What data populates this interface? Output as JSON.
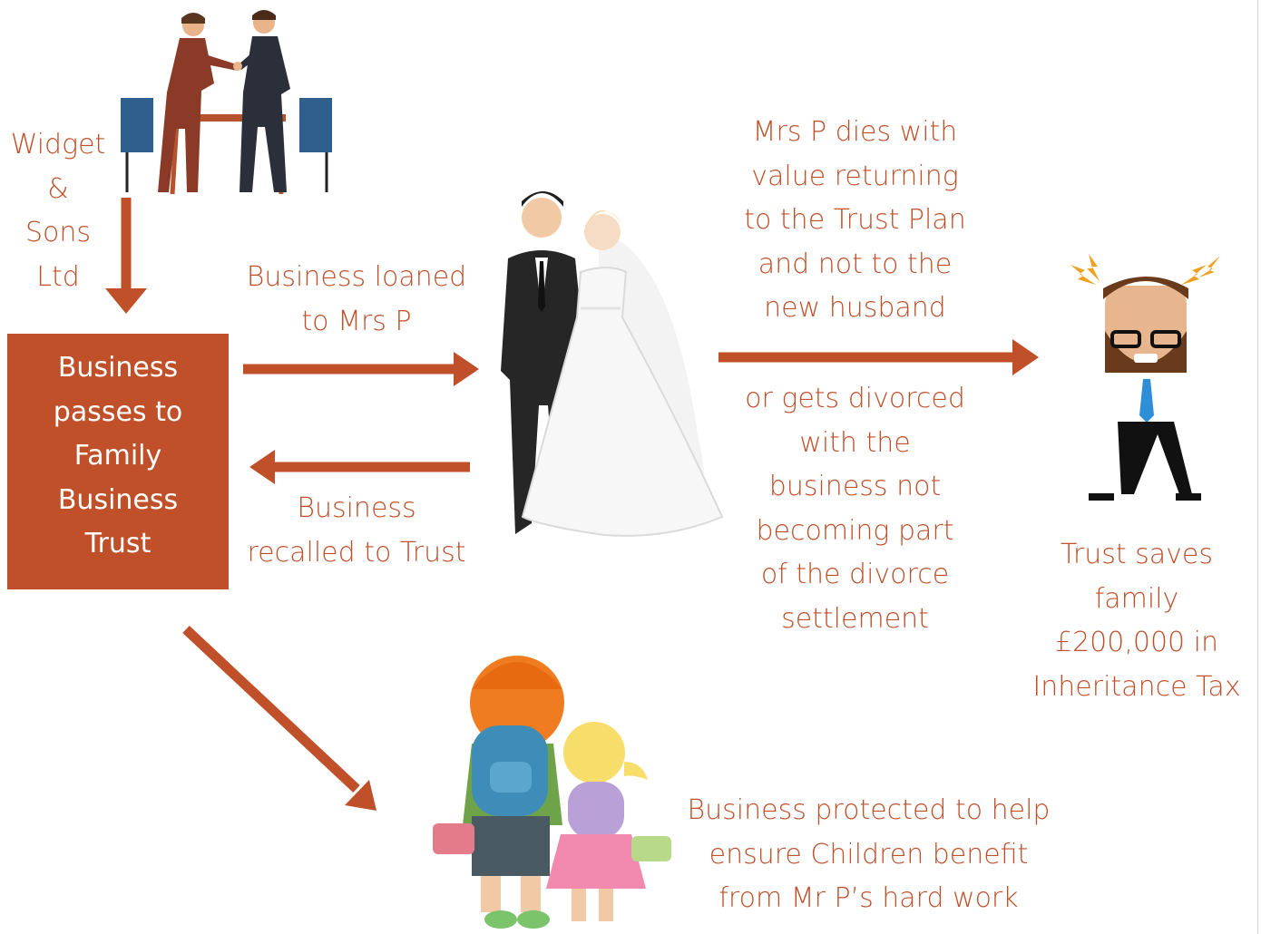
{
  "colors": {
    "accent": "#c0502a",
    "background": "#ffffff"
  },
  "labels": {
    "company": "Widget\n&\nSons\nLtd",
    "trust_box": "Business\npasses to\nFamily\nBusiness\nTrust",
    "loaned": "Business loaned\nto Mrs P",
    "recalled": "Business\nrecalled to Trust",
    "dies": "Mrs P dies with\nvalue returning\nto the Trust Plan\nand not to the\nnew husband",
    "divorce": "or gets divorced\nwith the\nbusiness not\nbecoming part\nof the divorce\nsettlement",
    "saves": "Trust saves\nfamily\n£200,000 in\nInheritance Tax",
    "protected": "Business protected to help\nensure Children benefit\nfrom Mr P’s  hard work"
  },
  "illustrations": {
    "handshake": "businessmen-handshake-illustration",
    "couple": "wedding-couple-illustration",
    "stressed": "stressed-man-illustration",
    "children": "children-walking-illustration"
  }
}
